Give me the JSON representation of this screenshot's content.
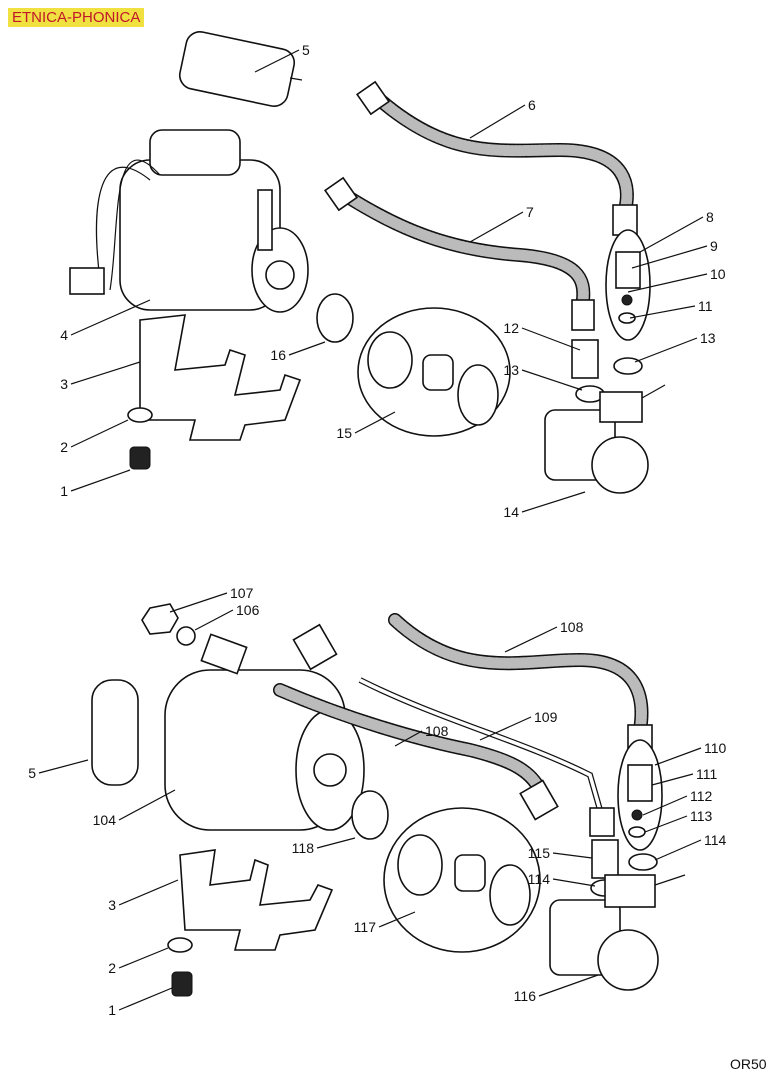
{
  "brand": "ETNICA-PHONICA",
  "code": "OR50",
  "top_labels": [
    "5",
    "6",
    "7",
    "8",
    "9",
    "10",
    "11",
    "12",
    "13",
    "13",
    "4",
    "16",
    "3",
    "15",
    "2",
    "14",
    "1"
  ],
  "bottom_labels": [
    "107",
    "106",
    "108",
    "109",
    "108",
    "110",
    "111",
    "112",
    "113",
    "114",
    "115",
    "114",
    "5",
    "104",
    "118",
    "3",
    "117",
    "2",
    "116",
    "1"
  ]
}
